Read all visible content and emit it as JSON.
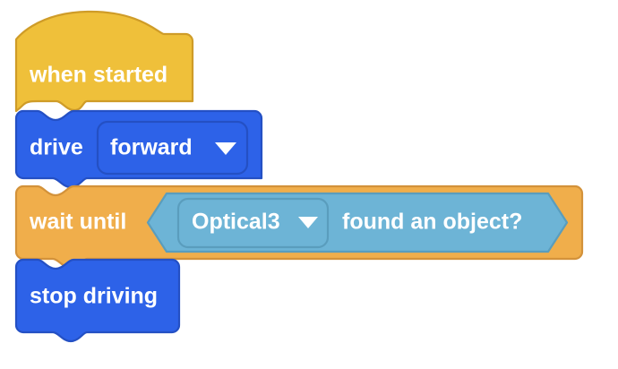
{
  "workspace": {
    "name": "VEXcode block program",
    "background_color": "#ffffff"
  },
  "palette": {
    "event_fill": "#EFC03A",
    "event_stroke": "#CF9C28",
    "drivetrain_fill": "#2D62E8",
    "drivetrain_stroke": "#2450C4",
    "control_fill": "#F0AE4B",
    "control_stroke": "#D3923A",
    "sensing_fill": "#6DB4D6",
    "sensing_stroke": "#5A9DBD",
    "text_color": "#ffffff"
  },
  "blocks": [
    {
      "id": "when-started",
      "type": "hat",
      "category": "event",
      "label": "when started"
    },
    {
      "id": "drive-forward",
      "type": "stack",
      "category": "drivetrain",
      "label": "drive",
      "dropdown": {
        "name": "direction-dropdown",
        "value": "forward",
        "arrow": "chevron-down-icon"
      }
    },
    {
      "id": "wait-until",
      "type": "stack",
      "category": "control",
      "label": "wait until",
      "boolean_input": {
        "id": "optical-found-object",
        "category": "sensing",
        "dropdown": {
          "name": "sensor-dropdown",
          "value": "Optical3",
          "arrow": "chevron-down-icon"
        },
        "label": "found an object?"
      }
    },
    {
      "id": "stop-driving",
      "type": "stack",
      "category": "drivetrain",
      "label": "stop driving"
    }
  ]
}
